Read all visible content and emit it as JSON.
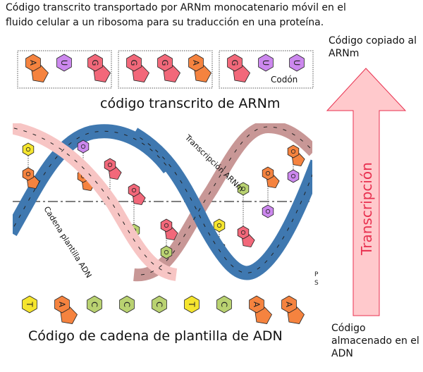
{
  "header": {
    "line1": "Código transcrito transportado por ARNm monocatenario móvil en el",
    "line2": "fluido celular a un ribosoma para su traducción en una proteína."
  },
  "rna_code": {
    "caption": "código transcrito de ARNm",
    "codon_label": "Codón",
    "codons": [
      [
        "A",
        "U",
        "G"
      ],
      [
        "G",
        "G",
        "A"
      ],
      [
        "G",
        "U",
        "U"
      ]
    ]
  },
  "helix": {
    "rna_strand_label": "Transcripción ARNm",
    "dna_template_label": "Cadena plantilla ADN",
    "backbone_letters": [
      "P",
      "S"
    ]
  },
  "dna_code": {
    "caption": "Código de cadena de plantilla de ADN",
    "bases": [
      "T",
      "A",
      "C",
      "C",
      "C",
      "T",
      "C",
      "A",
      "A"
    ]
  },
  "arrow": {
    "label": "Transcripción",
    "top_label": "Código copiado al ARNm",
    "bottom_label": "Código almacenado en el ADN"
  },
  "colors": {
    "A": "#f5833f",
    "G": "#f2687a",
    "U": "#cc88ee",
    "C": "#b9d271",
    "T": "#f5e52e",
    "rna_ribbon": "#3f78b0",
    "dna_ribbon": "#f7c5c4",
    "arrow_fill": "#ffc9cc",
    "arrow_stroke": "#e8304f"
  }
}
